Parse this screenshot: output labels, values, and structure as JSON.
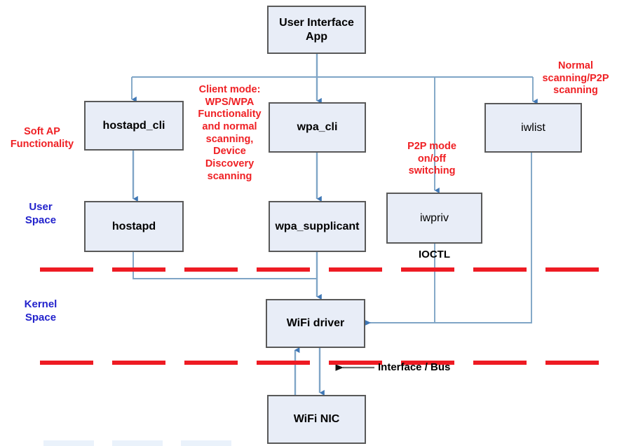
{
  "diagram": {
    "title": "WiFi software stack architecture",
    "colors": {
      "node_fill": "#e8edf7",
      "node_border": "#595959",
      "connector": "#7fa5c6",
      "annotation_red": "#ef2024",
      "divider_red": "#ee1b23",
      "space_label_blue": "#2222cc",
      "background": "#ffffff"
    },
    "nodes": [
      {
        "id": "ui_app",
        "label": "User Interface\nApp",
        "line1": "User Interface",
        "line2": "App"
      },
      {
        "id": "hostapd_cli",
        "label": "hostapd_cli"
      },
      {
        "id": "wpa_cli",
        "label": "wpa_cli"
      },
      {
        "id": "iwlist",
        "label": "iwlist"
      },
      {
        "id": "hostapd",
        "label": "hostapd"
      },
      {
        "id": "wpa_supplicant",
        "label": "wpa_supplicant"
      },
      {
        "id": "iwpriv",
        "label": "iwpriv"
      },
      {
        "id": "wifi_driver",
        "label": "WiFi driver"
      },
      {
        "id": "wifi_nic",
        "label": "WiFi NIC"
      }
    ],
    "annotations": [
      {
        "id": "soft_ap",
        "line1": "Soft AP",
        "line2": "Functionality"
      },
      {
        "id": "client_mode",
        "text": "Client mode: WPS/WPA Functionality and normal scanning, Device Discovery scanning",
        "lines": [
          "Client mode:",
          "WPS/WPA",
          "Functionality",
          "and normal",
          "scanning,",
          "Device",
          "Discovery",
          "scanning"
        ]
      },
      {
        "id": "p2p_mode",
        "lines": [
          "P2P mode",
          "on/off",
          "switching"
        ]
      },
      {
        "id": "normal_scan",
        "lines": [
          "Normal",
          "scanning/P2P",
          "scanning"
        ]
      }
    ],
    "space_labels": [
      {
        "id": "user_space",
        "line1": "User",
        "line2": "Space"
      },
      {
        "id": "kernel_space",
        "line1": "Kernel",
        "line2": "Space"
      }
    ],
    "block_labels": [
      {
        "id": "ioctl",
        "text": "IOCTL"
      },
      {
        "id": "interface",
        "text": "Interface / Bus"
      }
    ]
  }
}
